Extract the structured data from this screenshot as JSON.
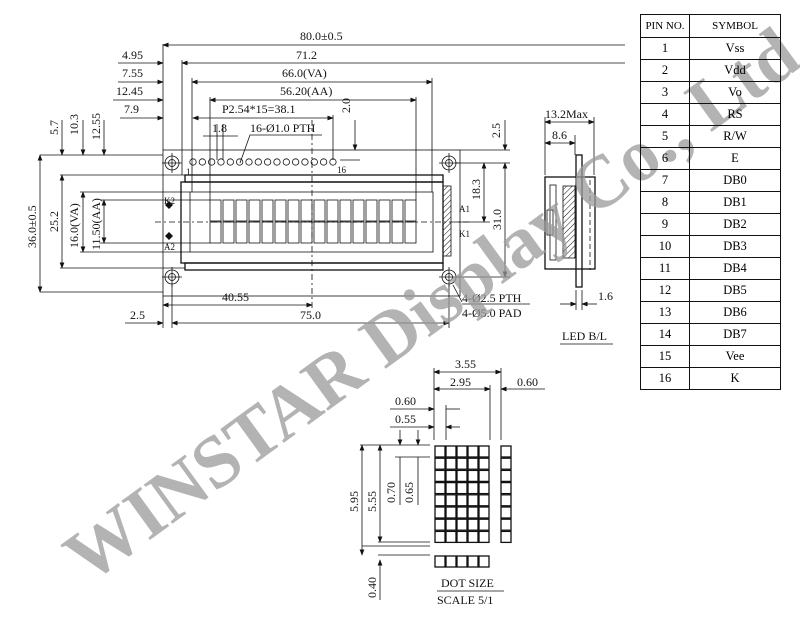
{
  "dimensions": {
    "outline_width": "80.0±0.5",
    "dim_71_2": "71.2",
    "va_width": "66.0(VA)",
    "aa_width": "56.20(AA)",
    "left_4_95": "4.95",
    "left_7_55": "7.55",
    "left_12_45": "12.45",
    "left_7_9": "7.9",
    "pin_pitch": "P2.54*15=38.1",
    "pin_1_8": "1.8",
    "pin_holes": "16-Ø1.0 PTH",
    "dim_2_0": "2.0",
    "pin_1": "1",
    "pin_16": "16",
    "v_5_7": "5.7",
    "v_10_3": "10.3",
    "v_12_55": "12.55",
    "outline_height": "36.0±0.5",
    "v_25_2": "25.2",
    "va_height": "16.0(VA)",
    "aa_height": "11.50(AA)",
    "r_2_5": "2.5",
    "r_18_3": "18.3",
    "r_31_0": "31.0",
    "b_40_55": "40.55",
    "b_75_0": "75.0",
    "b_2_5": "2.5",
    "mount_pth": "4-Ø2.5 PTH",
    "mount_pad": "4-Ø5.0 PAD",
    "k2": "K2",
    "a2": "A2",
    "a1": "A1",
    "k1": "K1"
  },
  "side_view": {
    "max_thickness": "13.2Max",
    "dim_8_6": "8.6",
    "pcb_1_6": "1.6",
    "label": "LED B/L"
  },
  "dot_detail": {
    "char_w": "3.55",
    "dot_area_w": "2.95",
    "gap": "0.60",
    "dot_pitch": "0.60",
    "dot_w": "0.55",
    "dot_pitch_v": "0.70",
    "dot_h": "0.65",
    "char_h": "5.95",
    "rows_h": "5.55",
    "cursor_gap": "0.40",
    "title": "DOT SIZE",
    "scale": "SCALE 5/1"
  },
  "pin_table": {
    "headers": [
      "PIN NO.",
      "SYMBOL"
    ],
    "rows": [
      [
        "1",
        "Vss"
      ],
      [
        "2",
        "Vdd"
      ],
      [
        "3",
        "Vo"
      ],
      [
        "4",
        "RS"
      ],
      [
        "5",
        "R/W"
      ],
      [
        "6",
        "E"
      ],
      [
        "7",
        "DB0"
      ],
      [
        "8",
        "DB1"
      ],
      [
        "9",
        "DB2"
      ],
      [
        "10",
        "DB3"
      ],
      [
        "11",
        "DB4"
      ],
      [
        "12",
        "DB5"
      ],
      [
        "13",
        "DB6"
      ],
      [
        "14",
        "DB7"
      ],
      [
        "15",
        "Vee"
      ],
      [
        "16",
        "K"
      ]
    ]
  },
  "watermark": "WINSTAR Display Co., Ltd."
}
